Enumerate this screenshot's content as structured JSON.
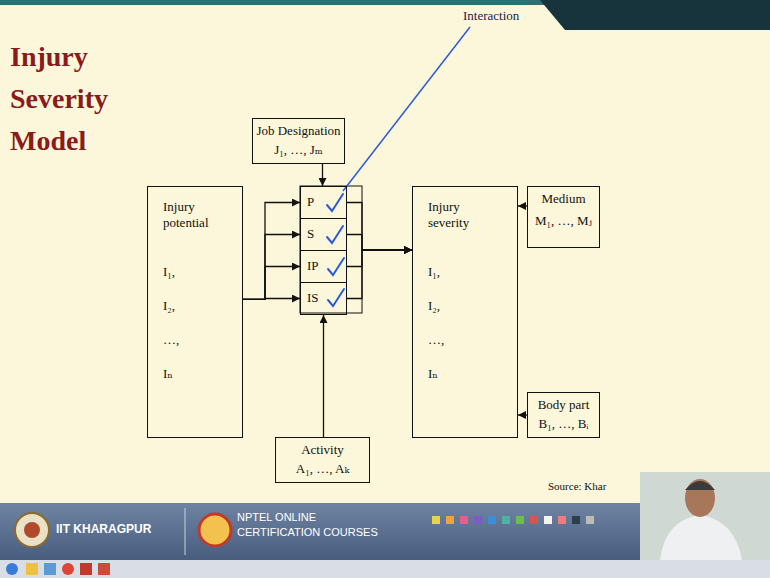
{
  "diagram": {
    "title": "Injury Severity Model",
    "nodes": [
      {
        "text": [
          "Job Designation",
          "J₁, …, Jₘ"
        ]
      },
      {
        "text": [
          "Injury potential",
          "I₁, I₂, …, Iₙ"
        ]
      },
      {
        "text": [
          "P"
        ]
      },
      {
        "text": [
          "S"
        ]
      },
      {
        "text": [
          "IP"
        ]
      },
      {
        "text": [
          "IS"
        ]
      },
      {
        "text": [
          "Injury severity",
          "I₁, I₂, …, Iₙ"
        ]
      },
      {
        "text": [
          "Medium",
          "M₁, …, Mⱼ"
        ]
      },
      {
        "text": [
          "Body part",
          "B₁, …, Bᵢ"
        ]
      },
      {
        "text": [
          "Activity",
          "A₁, …, Aₖ"
        ]
      }
    ],
    "edges": [
      {
        "from": 0,
        "to": 2,
        "arrow": "to"
      },
      {
        "from": 1,
        "to": 2,
        "arrow": "to"
      },
      {
        "from": 1,
        "to": 3,
        "arrow": "to"
      },
      {
        "from": 1,
        "to": 4,
        "arrow": "to"
      },
      {
        "from": 1,
        "to": 5,
        "arrow": "to"
      },
      {
        "from": 9,
        "to": 5,
        "arrow": "to"
      },
      {
        "from": 2,
        "to": 6,
        "arrow": "to"
      },
      {
        "from": 3,
        "to": 6,
        "arrow": "to"
      },
      {
        "from": 4,
        "to": 6,
        "arrow": "to"
      },
      {
        "from": 5,
        "to": 6,
        "arrow": "to"
      },
      {
        "from": 7,
        "to": 6,
        "arrow": "to"
      },
      {
        "from": 8,
        "to": 6,
        "arrow": "to"
      }
    ],
    "labels": [
      "Interaction",
      "Source: Khar",
      "IIT KHARAGPUR",
      "NPTEL ONLINE CERTIFICATION COURSES"
    ]
  }
}
